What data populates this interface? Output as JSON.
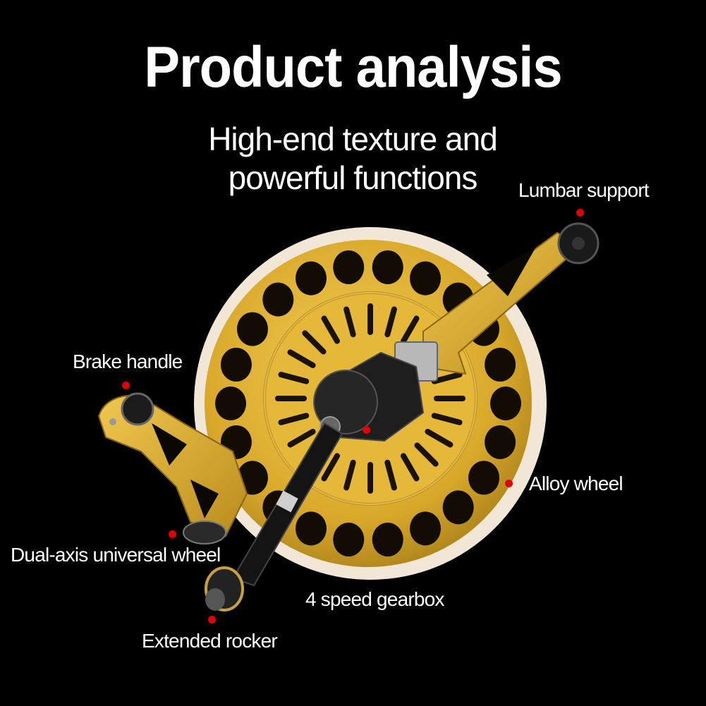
{
  "header": {
    "title": "Product analysis",
    "subtitle_line1": "High-end texture and",
    "subtitle_line2": "powerful functions"
  },
  "callouts": {
    "lumbar_support": "Lumbar support",
    "brake_handle": "Brake handle",
    "alloy_wheel": "Alloy wheel",
    "dual_axis_wheel": "Dual-axis universal wheel",
    "gearbox": "4 speed gearbox",
    "extended_rocker": "Extended rocker"
  },
  "colors": {
    "background": "#000000",
    "reel_gold": "#e0b030",
    "reel_rim": "#f2e6d6",
    "marker": "#e00000",
    "text": "#ffffff"
  }
}
